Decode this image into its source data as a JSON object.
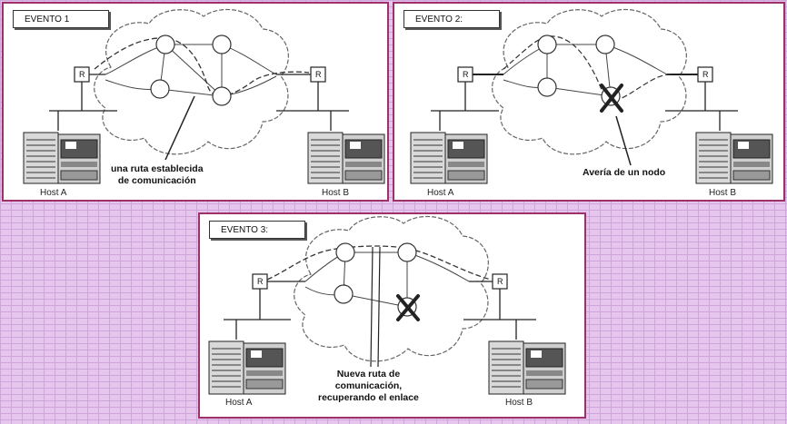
{
  "panels": [
    {
      "event_label": "EVENTO 1",
      "router_label": "R",
      "host_a": "Host A",
      "host_b": "Host B",
      "annotation_line1": "una ruta establecida",
      "annotation_line2": "de comunicación",
      "annotation_line3": ""
    },
    {
      "event_label": "EVENTO 2:",
      "router_label": "R",
      "host_a": "Host A",
      "host_b": "Host B",
      "annotation_line1": "Avería de un nodo",
      "annotation_line2": "",
      "annotation_line3": ""
    },
    {
      "event_label": "EVENTO 3:",
      "router_label": "R",
      "host_a": "Host A",
      "host_b": "Host B",
      "annotation_line1": "Nueva ruta de",
      "annotation_line2": "comunicación,",
      "annotation_line3": "recuperando el enlace"
    }
  ],
  "colors": {
    "panel_border": "#a0306a",
    "background": "#e7c6ee"
  }
}
